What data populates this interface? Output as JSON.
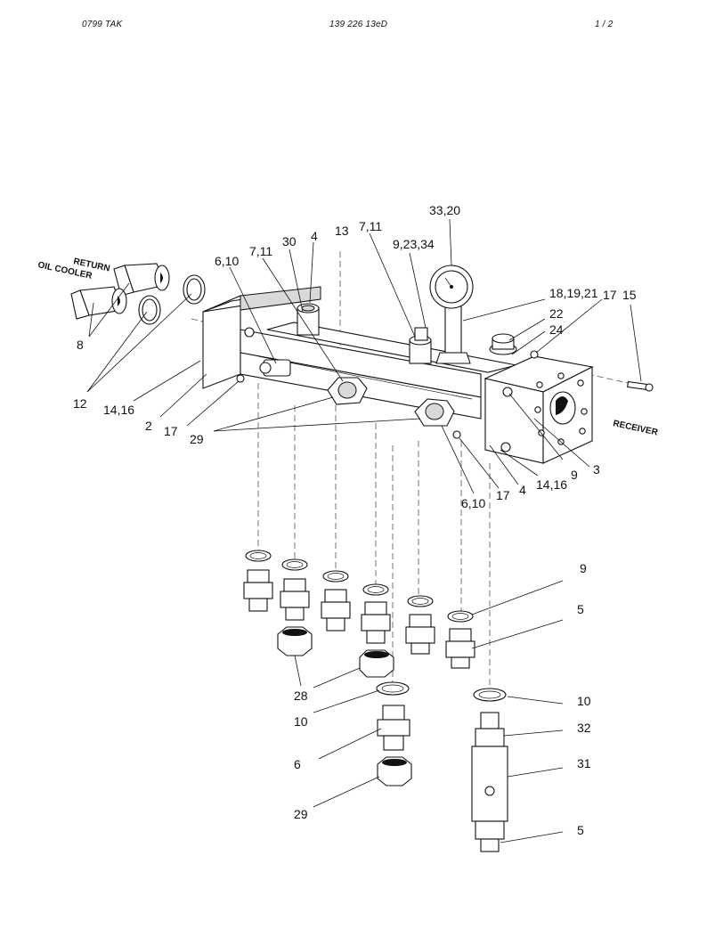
{
  "header": {
    "left": "0799   TAK",
    "center": "139 226 13eD",
    "right": "1 / 2"
  },
  "text_labels": {
    "return": "RETURN",
    "oil_cooler": "OIL COOLER",
    "receiver": "RECEIVER"
  },
  "callouts": {
    "c33_20": "33,20",
    "c7_11_a": "7,11",
    "c7_11_b": "7,11",
    "c13": "13",
    "c4_top": "4",
    "c30": "30",
    "c9_23_34": "9,23,34",
    "c6_10_top": "6,10",
    "c18_19_21": "18,19,21",
    "c17_top": "17",
    "c15": "15",
    "c22": "22",
    "c24": "24",
    "c8": "8",
    "c12": "12",
    "c14_16_left": "14,16",
    "c2": "2",
    "c17_left": "17",
    "c29_top": "29",
    "c3": "3",
    "c9_right": "9",
    "c14_16_right": "14,16",
    "c4_bottom": "4",
    "c17_bottom": "17",
    "c6_10_bottom": "6,10",
    "c9_lower": "9",
    "c5_upper": "5",
    "c28": "28",
    "c10_left": "10",
    "c10_right": "10",
    "c32": "32",
    "c6_lower": "6",
    "c31": "31",
    "c29_lower": "29",
    "c5_lower": "5"
  },
  "icons": {
    "gauge": "pressure-gauge-icon",
    "manifold": "manifold-block-icon"
  }
}
